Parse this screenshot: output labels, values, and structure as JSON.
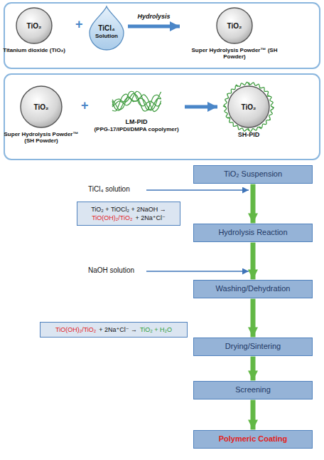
{
  "diagram": {
    "nodes": [
      {
        "text": [
          "TiO₂",
          "Titanium dioxide (TiO₂)"
        ]
      },
      {
        "text": [
          "TiCl₄",
          "Solution"
        ]
      },
      {
        "text": [
          "TiO₂",
          "Super Hydrolysis Powder™ (SH Powder)"
        ]
      },
      {
        "text": [
          "TiO₂",
          "Super Hydrolysis Powder™ (SH Powder)"
        ]
      },
      {
        "text": [
          "LM-PID",
          "(PPG-17/IPDI/DMPA copolymer)"
        ]
      },
      {
        "text": [
          "TiO₂",
          "SH-PID"
        ]
      },
      {
        "text": [
          "TiO₂ Suspension"
        ]
      },
      {
        "text": [
          "Hydrolysis Reaction"
        ]
      },
      {
        "text": [
          "Washing/Dehydration"
        ]
      },
      {
        "text": [
          "Drying/Sintering"
        ]
      },
      {
        "text": [
          "Screening"
        ]
      },
      {
        "text": [
          "Polymeric Coating"
        ]
      },
      {
        "text": [
          "TiO₂ + TiOCl₂ + 2NaOH →",
          "TiO(OH)₂/TiO₂",
          "+ 2Na⁺Cl⁻"
        ]
      },
      {
        "text": [
          "TiO(OH)₂/TiO₂",
          "+ 2Na⁺Cl⁻ →",
          "TiO₂ + H₂O"
        ]
      }
    ],
    "edges": [
      {
        "from": 1,
        "to": 2,
        "arrow": "to",
        "label": "Hydrolysis"
      },
      {
        "from": 4,
        "to": 5,
        "arrow": "to"
      },
      {
        "from": 6,
        "to": 7,
        "arrow": "to"
      },
      {
        "from": 7,
        "to": 8,
        "arrow": "to"
      },
      {
        "from": 8,
        "to": 9,
        "arrow": "to"
      },
      {
        "from": 9,
        "to": 10,
        "arrow": "to"
      },
      {
        "from": 10,
        "to": 11,
        "arrow": "to"
      }
    ],
    "labels": [
      "+",
      "+",
      "TiCl₄ solution",
      "NaOH solution"
    ]
  }
}
